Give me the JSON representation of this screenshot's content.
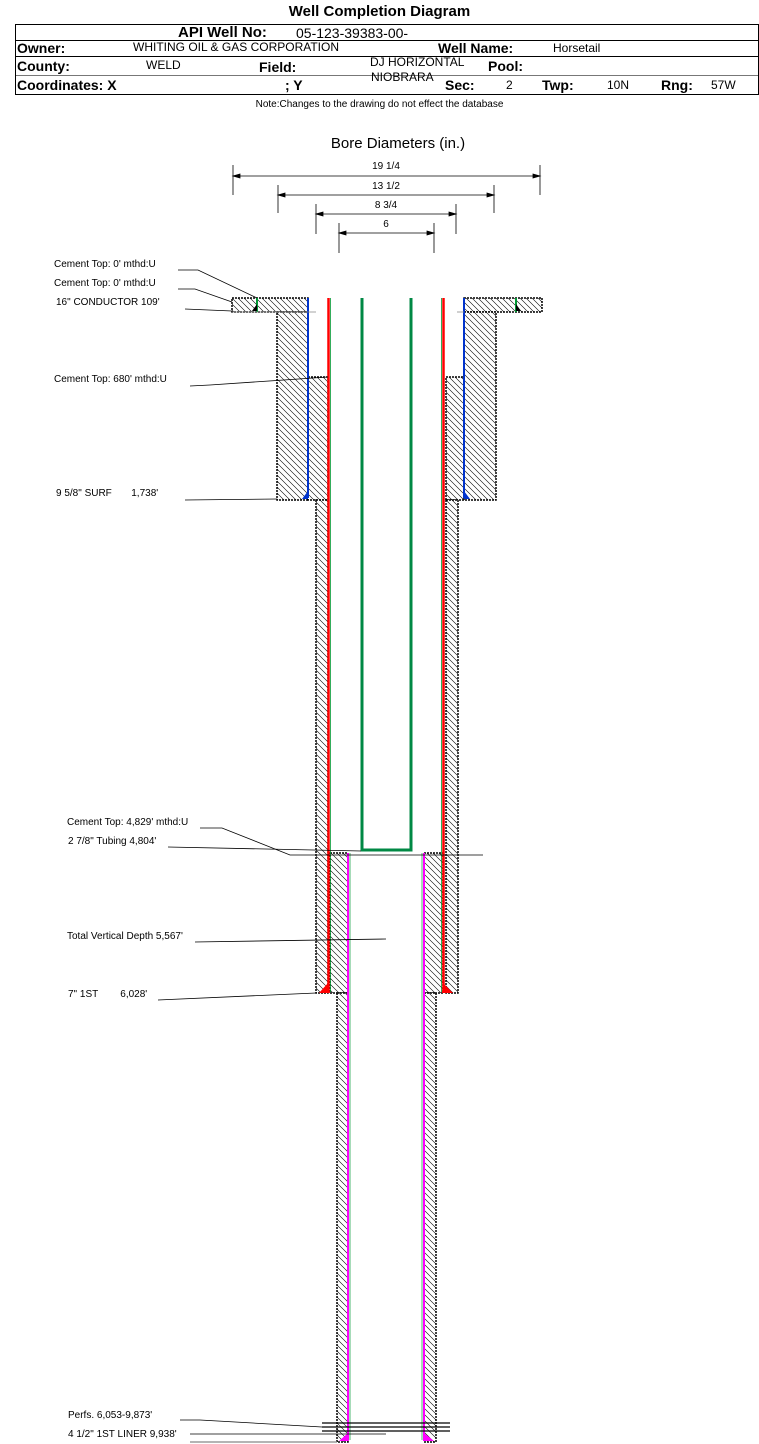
{
  "header": {
    "title": "Well Completion Diagram",
    "api_label": "API Well No:",
    "api_value": "05-123-39383-00-",
    "owner_label": "Owner:",
    "owner_value": "WHITING OIL & GAS CORPORATION",
    "well_name_label": "Well Name:",
    "well_name_value": "Horsetail",
    "county_label": "County:",
    "county_value": "WELD",
    "field_label": "Field:",
    "field_value_line1": "DJ HORIZONTAL",
    "field_value_line2": "NIOBRARA",
    "pool_label": "Pool:",
    "coords_label": "Coordinates: X",
    "y_label": "; Y",
    "sec_label": "Sec:",
    "sec_value": "2",
    "twp_label": "Twp:",
    "twp_value": "10N",
    "rng_label": "Rng:",
    "rng_value": "57W",
    "note": "Note:Changes to the drawing do not effect the database"
  },
  "diagram": {
    "bore_title": "Bore Diameters (in.)",
    "bore_diameters": [
      "19 1/4",
      "13 1/2",
      "8 3/4",
      "6"
    ],
    "labels": {
      "cement_top_1": "Cement Top: 0' mthd:U",
      "cement_top_2": "Cement Top: 0' mthd:U",
      "conductor": "16\" CONDUCTOR  109'",
      "cement_top_680": "Cement Top: 680' mthd:U",
      "surface": "9 5/8\" SURF       1,738'",
      "cement_top_4829": "Cement Top: 4,829' mthd:U",
      "tubing": "2 7/8\" Tubing 4,804'",
      "tvd": "Total Vertical Depth 5,567'",
      "production": "7\" 1ST        6,028'",
      "perfs": "Perfs. 6,053-9,873'",
      "liner": "4 1/2\" 1ST LINER  9,938'"
    },
    "colors": {
      "conductor": "#009933",
      "surface_casing": "#0033cc",
      "production_casing": "#ff0000",
      "tubing": "#008844",
      "liner": "#ff00ff"
    }
  }
}
